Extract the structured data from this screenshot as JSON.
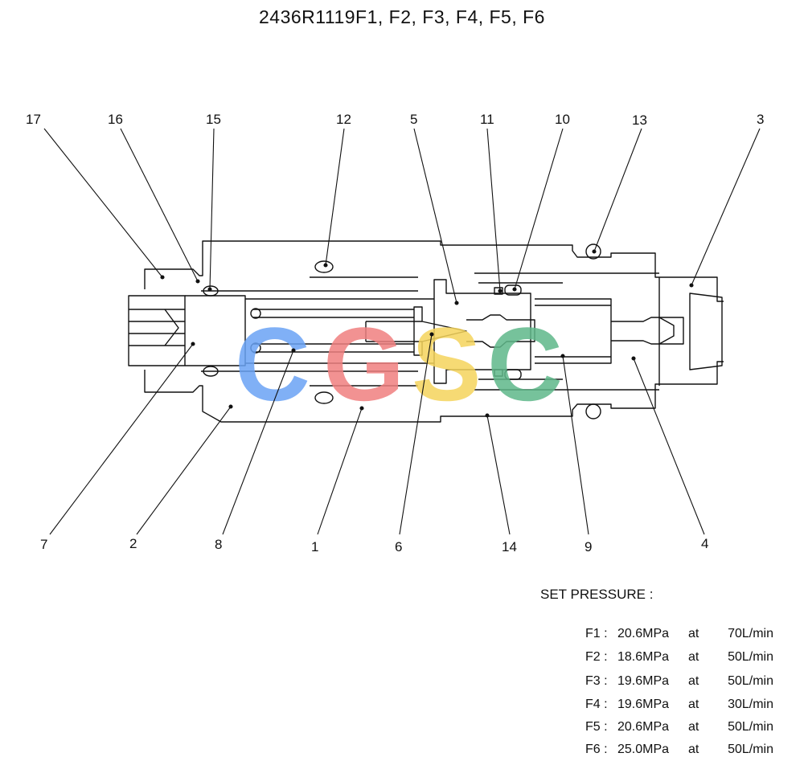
{
  "title": "2436R1119F1, F2, F3, F4, F5, F6",
  "callouts": [
    {
      "id": "17",
      "label": "17"
    },
    {
      "id": "16",
      "label": "16"
    },
    {
      "id": "15",
      "label": "15"
    },
    {
      "id": "12",
      "label": "12"
    },
    {
      "id": "5",
      "label": "5"
    },
    {
      "id": "11",
      "label": "11"
    },
    {
      "id": "10",
      "label": "10"
    },
    {
      "id": "13",
      "label": "13"
    },
    {
      "id": "3",
      "label": "3"
    },
    {
      "id": "7",
      "label": "7"
    },
    {
      "id": "2",
      "label": "2"
    },
    {
      "id": "8",
      "label": "8"
    },
    {
      "id": "1",
      "label": "1"
    },
    {
      "id": "6",
      "label": "6"
    },
    {
      "id": "14",
      "label": "14"
    },
    {
      "id": "9",
      "label": "9"
    },
    {
      "id": "4",
      "label": "4"
    }
  ],
  "set_pressure": {
    "heading": "SET PRESSURE :",
    "rows": [
      {
        "label": "F1 :",
        "pressure": "20.6MPa",
        "at": "at",
        "flow": "70L/min"
      },
      {
        "label": "F2 :",
        "pressure": "18.6MPa",
        "at": "at",
        "flow": "50L/min"
      },
      {
        "label": "F3 :",
        "pressure": "19.6MPa",
        "at": "at",
        "flow": "50L/min"
      },
      {
        "label": "F4 :",
        "pressure": "19.6MPa",
        "at": "at",
        "flow": "30L/min"
      },
      {
        "label": "F5 :",
        "pressure": "20.6MPa",
        "at": "at",
        "flow": "50L/min"
      },
      {
        "label": "F6 :",
        "pressure": "25.0MPa",
        "at": "at",
        "flow": "50L/min"
      }
    ]
  },
  "watermark": {
    "text": "CGSC",
    "colors": [
      "#6aa3f5",
      "#f08080",
      "#f5d45c",
      "#5fb88a"
    ]
  }
}
